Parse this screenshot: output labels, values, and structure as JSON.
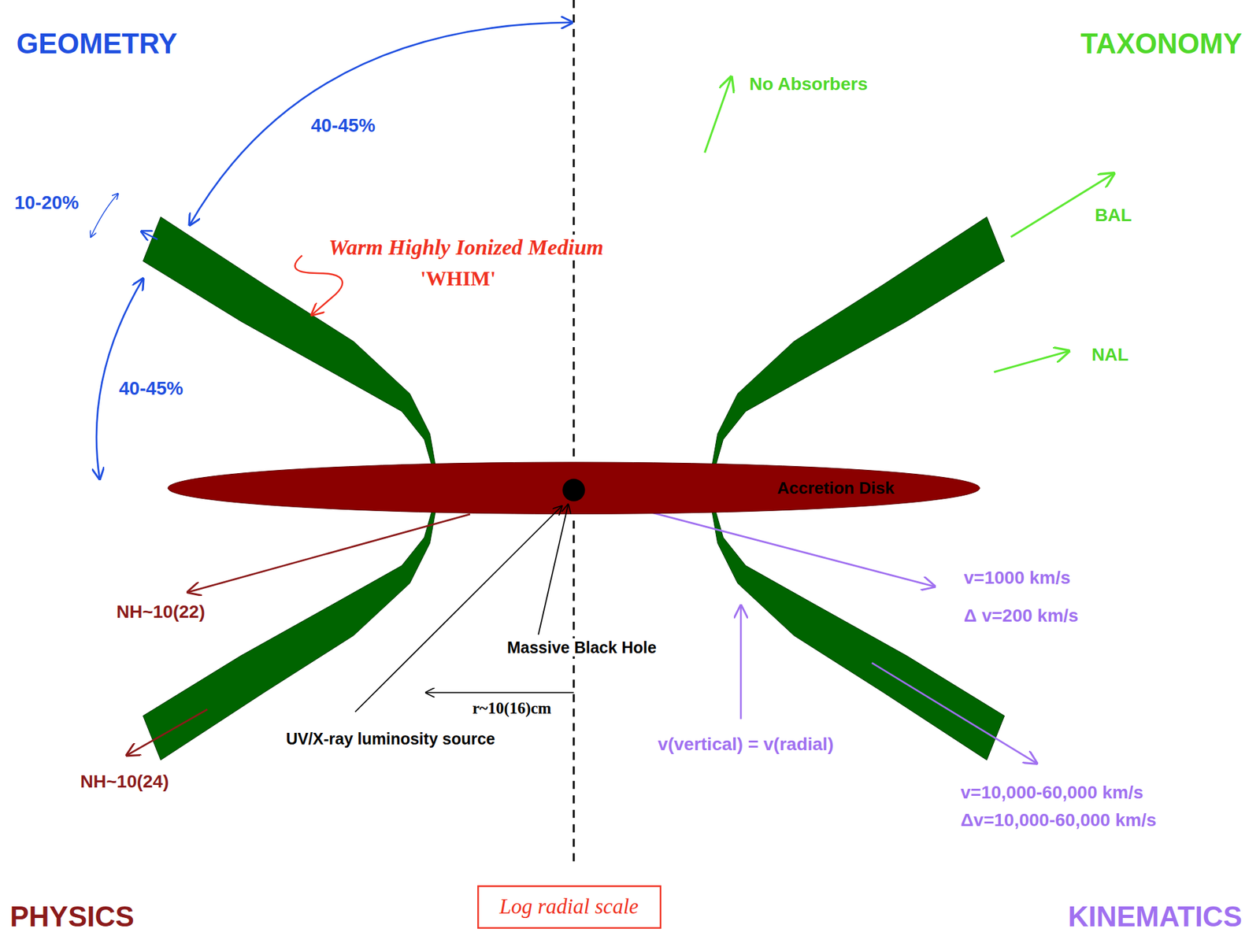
{
  "diagram": {
    "nodes": [
      {
        "text": [
          "Accretion Disk"
        ]
      }
    ],
    "labels": [
      "GEOMETRY",
      "TAXONOMY",
      "40-45%",
      "10-20%",
      "40-45%",
      "Warm Highly Ionized Medium",
      "'WHIM'",
      "No Absorbers",
      "BAL",
      "NAL",
      "NH~10(22)",
      "NH~10(24)",
      "Massive Black Hole",
      "r~10(16)cm",
      "UV/X-ray luminosity source",
      "v=1000 km/s",
      "Δ v=200 km/s",
      "v(vertical) = v(radial)",
      "v=10,000-60,000 km/s",
      "Δv=10,000-60,000 km/s",
      "PHYSICS",
      "Log radial scale",
      "KINEMATICS"
    ]
  }
}
